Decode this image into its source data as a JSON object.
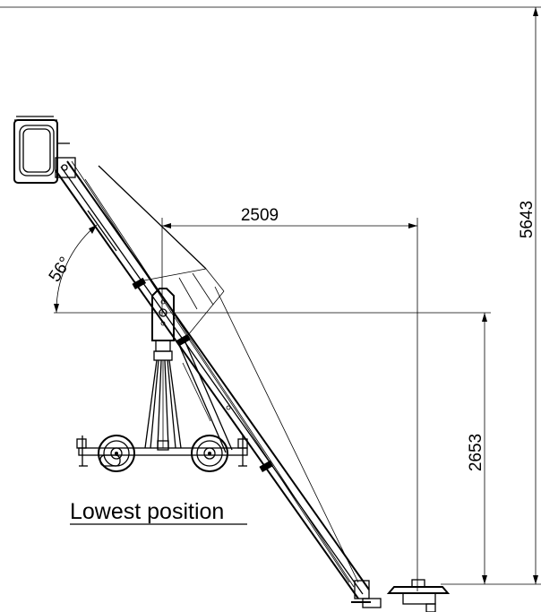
{
  "drawing": {
    "dimensions": {
      "reach": "2509",
      "max_height": "5643",
      "pivot_height": "2653",
      "boom_angle": "56°"
    },
    "caption": "Lowest position"
  }
}
